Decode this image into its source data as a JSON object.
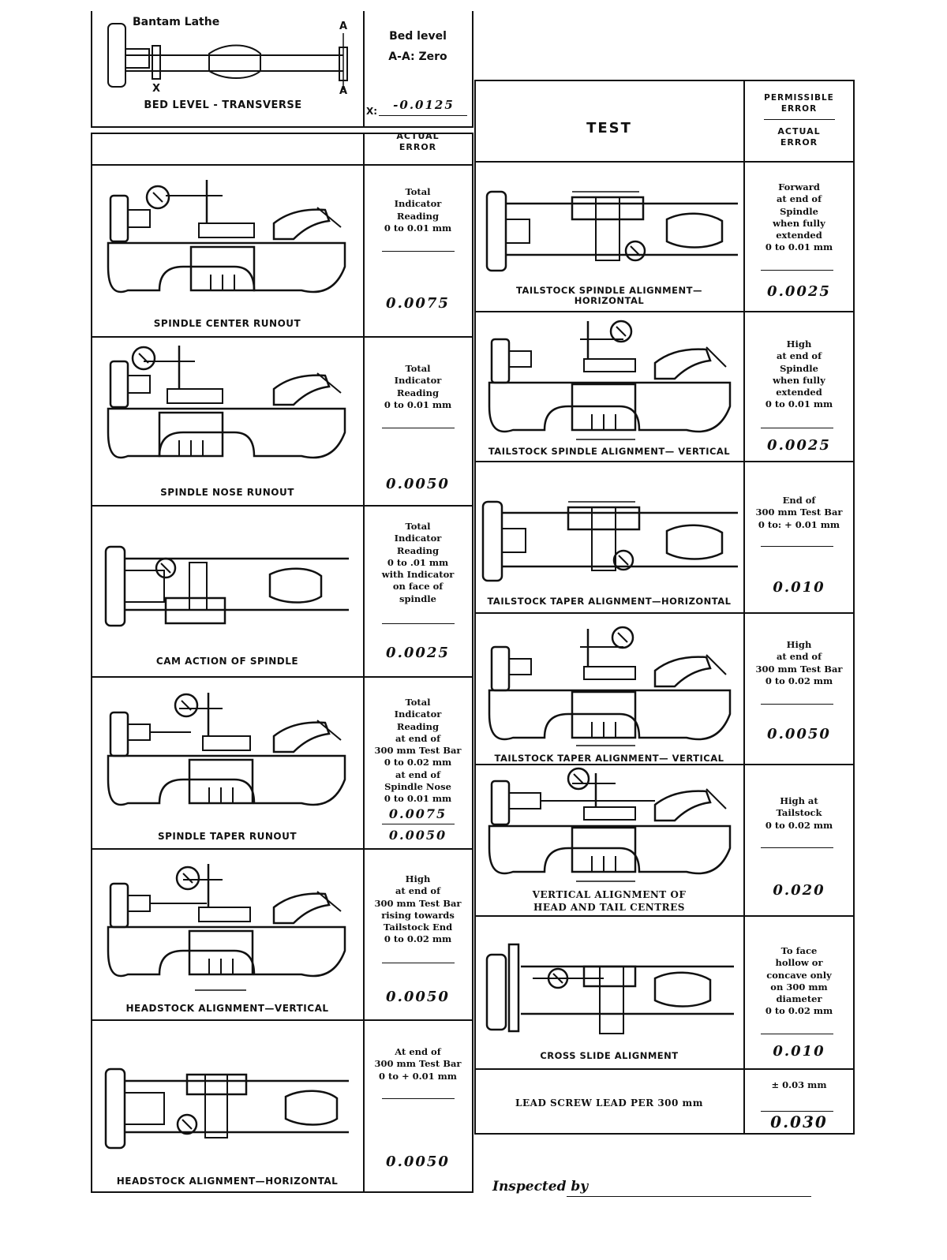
{
  "bed_level": {
    "machine_label": "Bantam Lathe",
    "marker_a": "A",
    "marker_x": "X",
    "caption": "BED LEVEL - TRANSVERSE",
    "spec_line1": "Bed level",
    "spec_line2": "A-A: Zero",
    "x_label": "X:",
    "x_value": "-0.0125"
  },
  "left_header": {
    "actual_error": "ACTUAL\nERROR"
  },
  "left_tests": [
    {
      "caption": "SPINDLE CENTER RUNOUT",
      "spec": "Total\nIndicator\nReading\n0 to 0.01 mm",
      "actual": "0.0075"
    },
    {
      "caption": "SPINDLE NOSE RUNOUT",
      "spec": "Total\nIndicator\nReading\n0 to 0.01 mm",
      "actual": "0.0050"
    },
    {
      "caption": "CAM ACTION OF SPINDLE",
      "spec": "Total\nIndicator\nReading\n0 to .01 mm\nwith Indicator\non face of\nspindle",
      "actual": "0.0025"
    },
    {
      "caption": "SPINDLE TAPER RUNOUT",
      "spec": "Total\nIndicator\nReading\nat end of\n300 mm Test Bar\n0 to 0.02 mm\nat end of\nSpindle Nose\n0 to 0.01 mm",
      "actual": "0.0075",
      "actual2": "0.0050"
    },
    {
      "caption": "HEADSTOCK ALIGNMENT—VERTICAL",
      "spec": "High\nat end of\n300 mm Test Bar\nrising towards\nTailstock End\n0 to 0.02 mm",
      "actual": "0.0050"
    },
    {
      "caption": "HEADSTOCK ALIGNMENT—HORIZONTAL",
      "spec": "At end of\n300 mm Test Bar\n0 to + 0.01 mm",
      "actual": "0.0050"
    }
  ],
  "right_header": {
    "test": "TEST",
    "permissible_error": "PERMISSIBLE\nERROR",
    "actual_error": "ACTUAL\nERROR"
  },
  "right_tests": [
    {
      "caption": "TAILSTOCK SPINDLE ALIGNMENT—\nHORIZONTAL",
      "spec": "Forward\nat end of\nSpindle\nwhen fully\nextended\n0 to 0.01 mm",
      "actual": "0.0025"
    },
    {
      "caption": "TAILSTOCK SPINDLE ALIGNMENT— VERTICAL",
      "spec": "High\nat end of\nSpindle\nwhen fully\nextended\n0 to 0.01 mm",
      "actual": "0.0025"
    },
    {
      "caption": "TAILSTOCK TAPER ALIGNMENT—HORIZONTAL",
      "spec": "End of\n300 mm Test Bar\n0 to: + 0.01 mm",
      "actual": "0.010"
    },
    {
      "caption": "TAILSTOCK TAPER ALIGNMENT— VERTICAL",
      "spec": "High\nat end of\n300 mm Test Bar\n0 to 0.02 mm",
      "actual": "0.0050"
    },
    {
      "caption": "VERTICAL ALIGNMENT OF\nHEAD AND TAIL CENTRES",
      "spec": "High at\nTailstock\n0 to 0.02 mm",
      "actual": "0.020"
    },
    {
      "caption": "CROSS SLIDE ALIGNMENT",
      "spec": "To face\nhollow or\nconcave only\non 300 mm\ndiameter\n0 to 0.02 mm",
      "actual": "0.010"
    },
    {
      "caption": "LEAD SCREW LEAD PER 300 mm",
      "spec": "± 0.03 mm",
      "actual": "0.030"
    }
  ],
  "footer": {
    "inspected_by": "Inspected by"
  }
}
